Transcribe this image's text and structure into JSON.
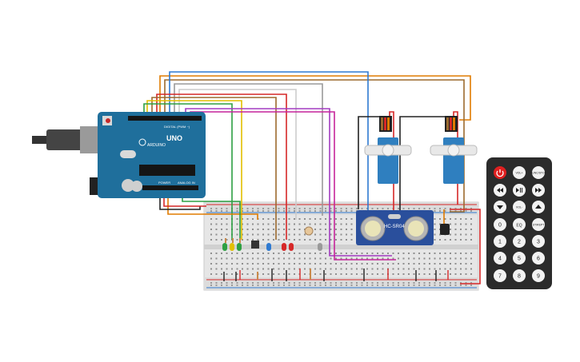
{
  "arduino": {
    "model_label": "UNO",
    "brand_label": "ARDUINO",
    "digital_label": "DIGITAL (PWM ~)",
    "power_label": "POWER",
    "analog_label": "ANALOG IN",
    "color": "#1f6f9c"
  },
  "ultrasonic": {
    "label": "HC-SR04",
    "color": "#2a4f9c"
  },
  "remote": {
    "buttons": [
      {
        "label": "",
        "icon": "power-icon"
      },
      {
        "label": "VOL+"
      },
      {
        "label": "FUNC/STOP"
      },
      {
        "label": "",
        "icon": "rewind-icon"
      },
      {
        "label": "",
        "icon": "play-pause-icon"
      },
      {
        "label": "",
        "icon": "fast-forward-icon"
      },
      {
        "label": "",
        "icon": "down-icon"
      },
      {
        "label": "VOL-"
      },
      {
        "label": "",
        "icon": "up-icon"
      },
      {
        "label": "0"
      },
      {
        "label": "EQ"
      },
      {
        "label": "ST/REPT"
      },
      {
        "label": "1"
      },
      {
        "label": "2"
      },
      {
        "label": "3"
      },
      {
        "label": "4"
      },
      {
        "label": "5"
      },
      {
        "label": "6"
      },
      {
        "label": "7"
      },
      {
        "label": "8"
      },
      {
        "label": "9"
      }
    ]
  },
  "colors": {
    "wire_red": "#d62828",
    "wire_black": "#222222",
    "wire_orange": "#e07b00",
    "wire_brown": "#9c6a2e",
    "wire_blue": "#2f7ad1",
    "wire_green": "#2ea043",
    "wire_yellow": "#e3c000",
    "wire_purple": "#a23cc0",
    "wire_magenta": "#c6259b",
    "wire_gray": "#9a9a9a",
    "servo_blue": "#2f7fbf"
  }
}
